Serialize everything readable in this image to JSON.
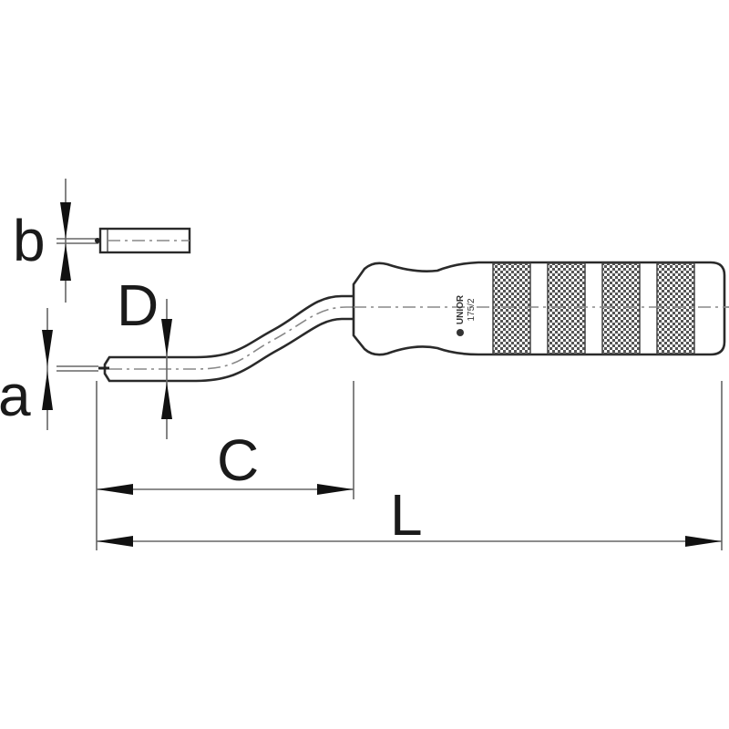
{
  "labels": {
    "a": "a",
    "b": "b",
    "C": "C",
    "D": "D",
    "L": "L"
  },
  "handle_marking": {
    "logo": "UNIOR",
    "model": "175/2"
  },
  "colors": {
    "line": "#2a2a2a",
    "dimension": "#666666",
    "knurl": "#555555"
  }
}
